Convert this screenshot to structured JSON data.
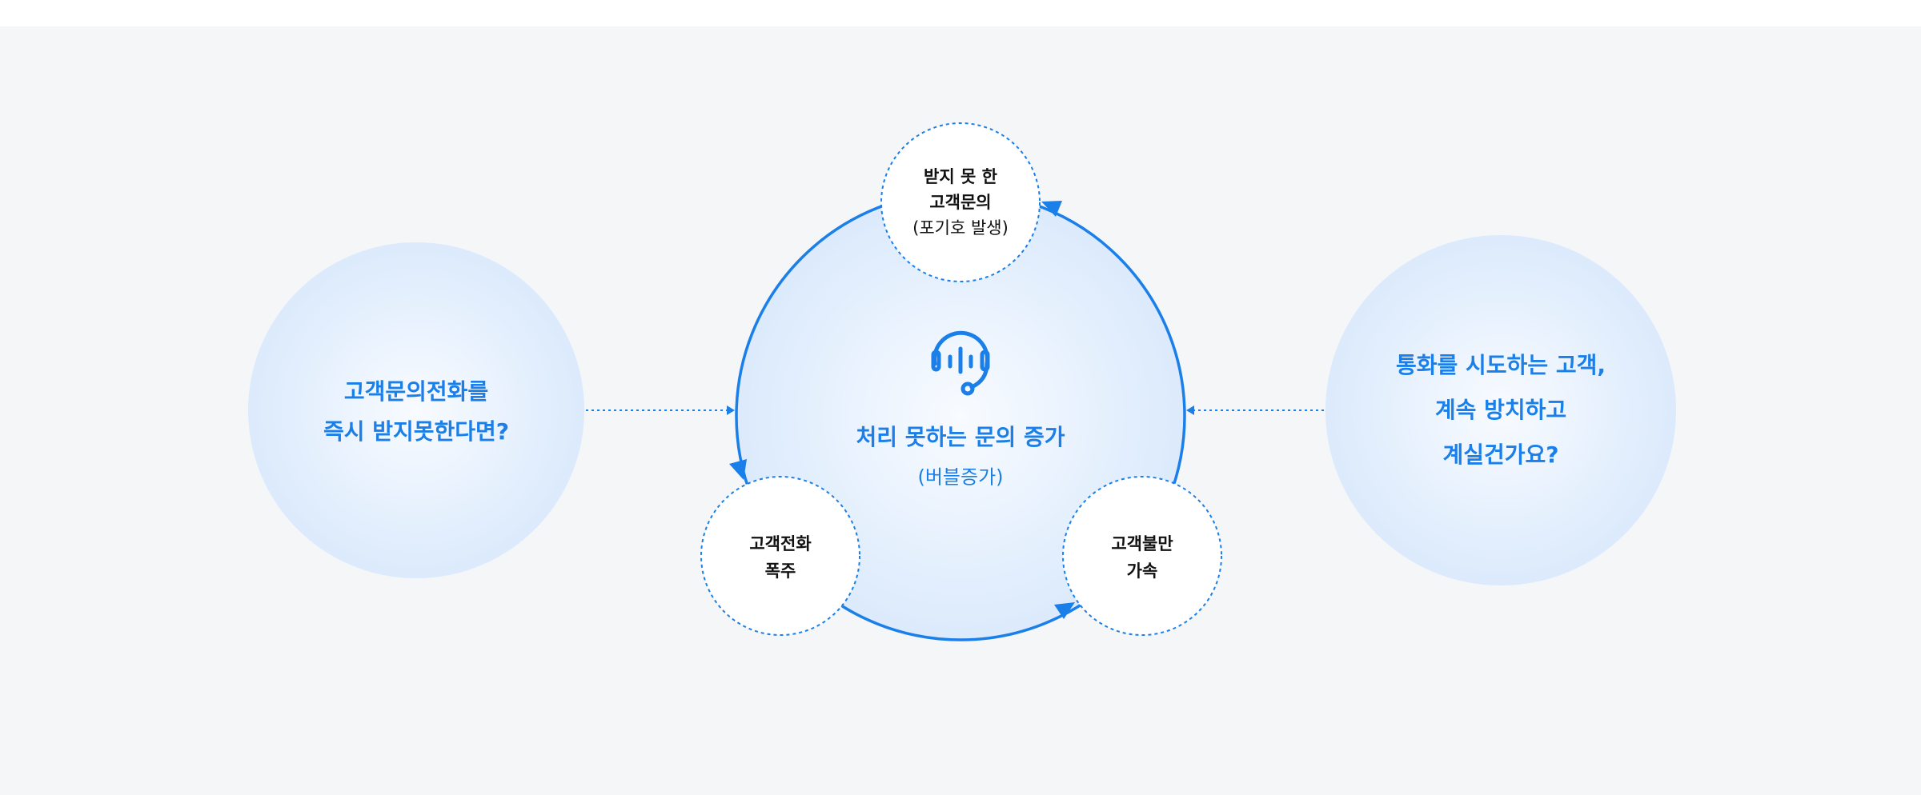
{
  "colors": {
    "accent": "#1a7fe8",
    "background": "#f4f6f8"
  },
  "left_bubble": {
    "lines": [
      "고객문의전화를",
      "즉시 받지못한다면?"
    ]
  },
  "right_bubble": {
    "lines": [
      "통화를 시도하는 고객,",
      "계속 방치하고",
      "계실건가요?"
    ]
  },
  "center": {
    "icon": "headset-icon",
    "title": "처리 못하는 문의 증가",
    "subtitle": "(버블증가)"
  },
  "nodes": {
    "top": {
      "lines": [
        "받지 못 한",
        "고객문의"
      ],
      "sub": "(포기호 발생)"
    },
    "bottom_left": {
      "lines": [
        "고객전화",
        "폭주"
      ]
    },
    "bottom_right": {
      "lines": [
        "고객불만",
        "가속"
      ]
    }
  }
}
